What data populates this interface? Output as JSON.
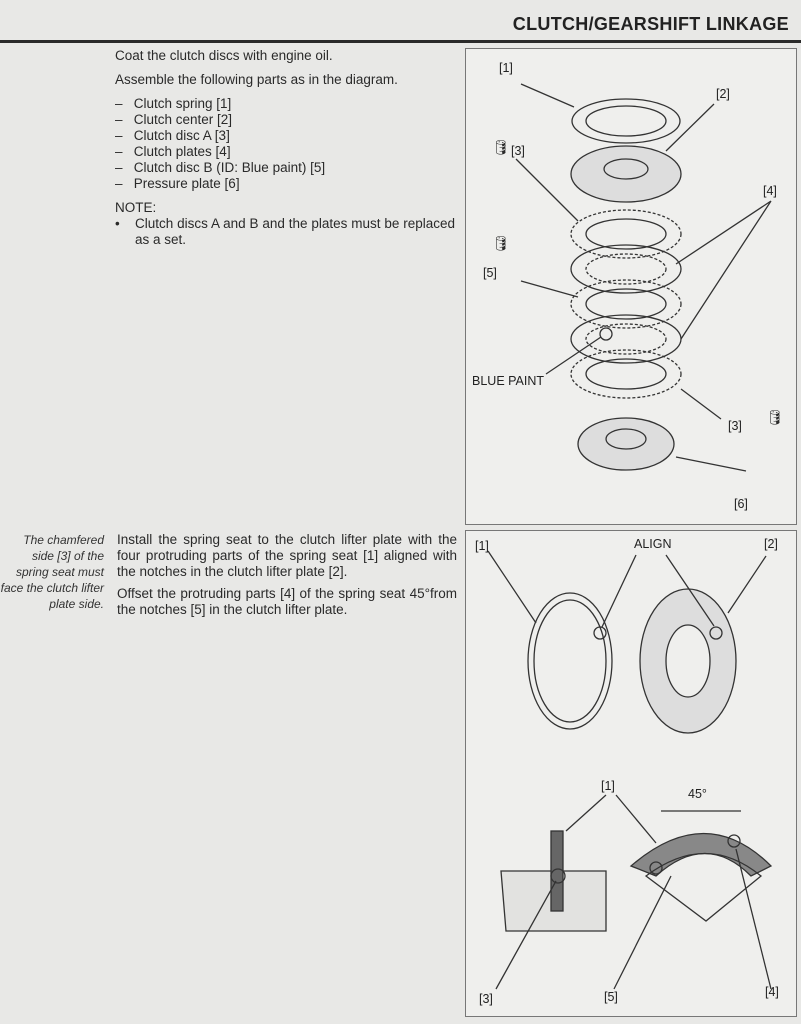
{
  "header": {
    "title": "CLUTCH/GEARSHIFT LINKAGE"
  },
  "section1": {
    "intro": "Coat the clutch discs with engine oil.",
    "assemble": "Assemble the following parts as in the diagram.",
    "parts": [
      "Clutch spring [1]",
      "Clutch center [2]",
      "Clutch disc A [3]",
      "Clutch plates [4]",
      "Clutch disc B (ID: Blue paint) [5]",
      "Pressure plate [6]"
    ],
    "note_label": "NOTE:",
    "note": "Clutch discs A and B and the plates must be replaced as a set."
  },
  "diagram1": {
    "labels": [
      "[1]",
      "[2]",
      "[3]",
      "[4]",
      "[5]",
      "BLUE PAINT",
      "[3]",
      "[6]"
    ],
    "oil_icon": "oil-can-icon"
  },
  "section2": {
    "side_note": "The chamfered side [3] of the spring seat must face the clutch lifter plate side.",
    "p1": "Install the spring seat to the clutch lifter plate with the four protruding parts of the spring seat [1] aligned with the notches in the clutch lifter plate [2].",
    "p2": "Offset the protruding parts [4] of the spring seat 45°from the notches [5] in the clutch lifter plate."
  },
  "diagram2": {
    "labels": [
      "[1]",
      "ALIGN",
      "[2]"
    ]
  },
  "diagram3": {
    "labels": [
      "[1]",
      "45°",
      "[3]",
      "[5]",
      "[4]"
    ]
  }
}
